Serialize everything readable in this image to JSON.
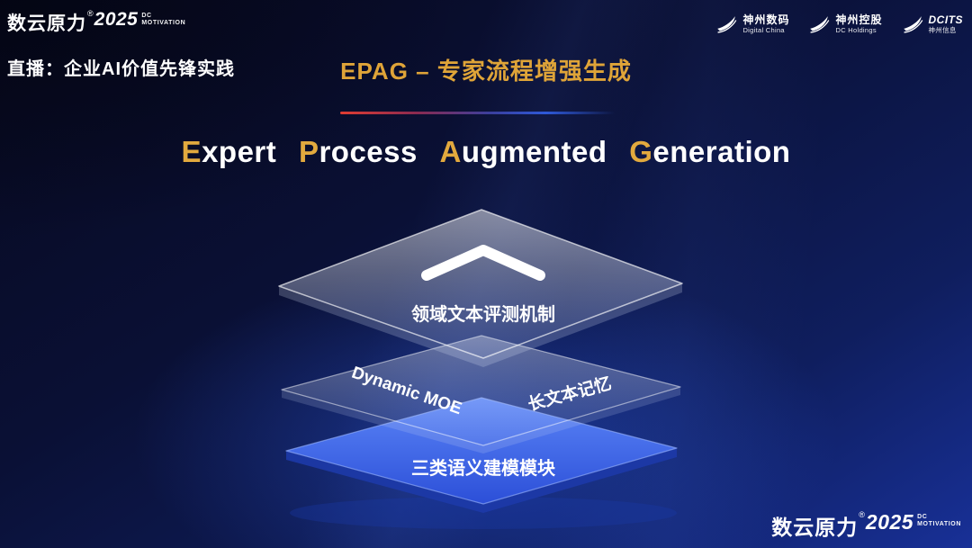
{
  "colors": {
    "gold": "#DFA438",
    "layer_blue": "#2E59D8",
    "bg_deep": "#07091F",
    "bg_glow": "#1B3FAE"
  },
  "header": {
    "brand": {
      "name": "数云原力",
      "reg": "®",
      "year": "2025",
      "tag_line1": "DC",
      "tag_line2": "MOTIVATION"
    },
    "live_label": "直播：企业AI价值先锋实践",
    "page_title": "EPAG – 专家流程增强生成",
    "partner_logos": [
      {
        "name": "神州数码",
        "subtitle": "Digital China"
      },
      {
        "name": "神州控股",
        "subtitle": "DC Holdings"
      },
      {
        "name": "DCITS",
        "subtitle": "神州信息"
      }
    ]
  },
  "main": {
    "title_words": [
      {
        "initial": "E",
        "rest": "xpert"
      },
      {
        "initial": "P",
        "rest": "rocess"
      },
      {
        "initial": "A",
        "rest": "ugmented"
      },
      {
        "initial": "G",
        "rest": "eneration"
      }
    ],
    "stack": {
      "top_label": "领域文本评测机制",
      "middle_left_label": "Dynamic MOE",
      "middle_right_label": "长文本记忆",
      "bottom_label": "三类语义建模模块"
    }
  },
  "footer": {
    "brand": {
      "name": "数云原力",
      "reg": "®",
      "year": "2025",
      "tag_line1": "DC",
      "tag_line2": "MOTIVATION"
    }
  }
}
